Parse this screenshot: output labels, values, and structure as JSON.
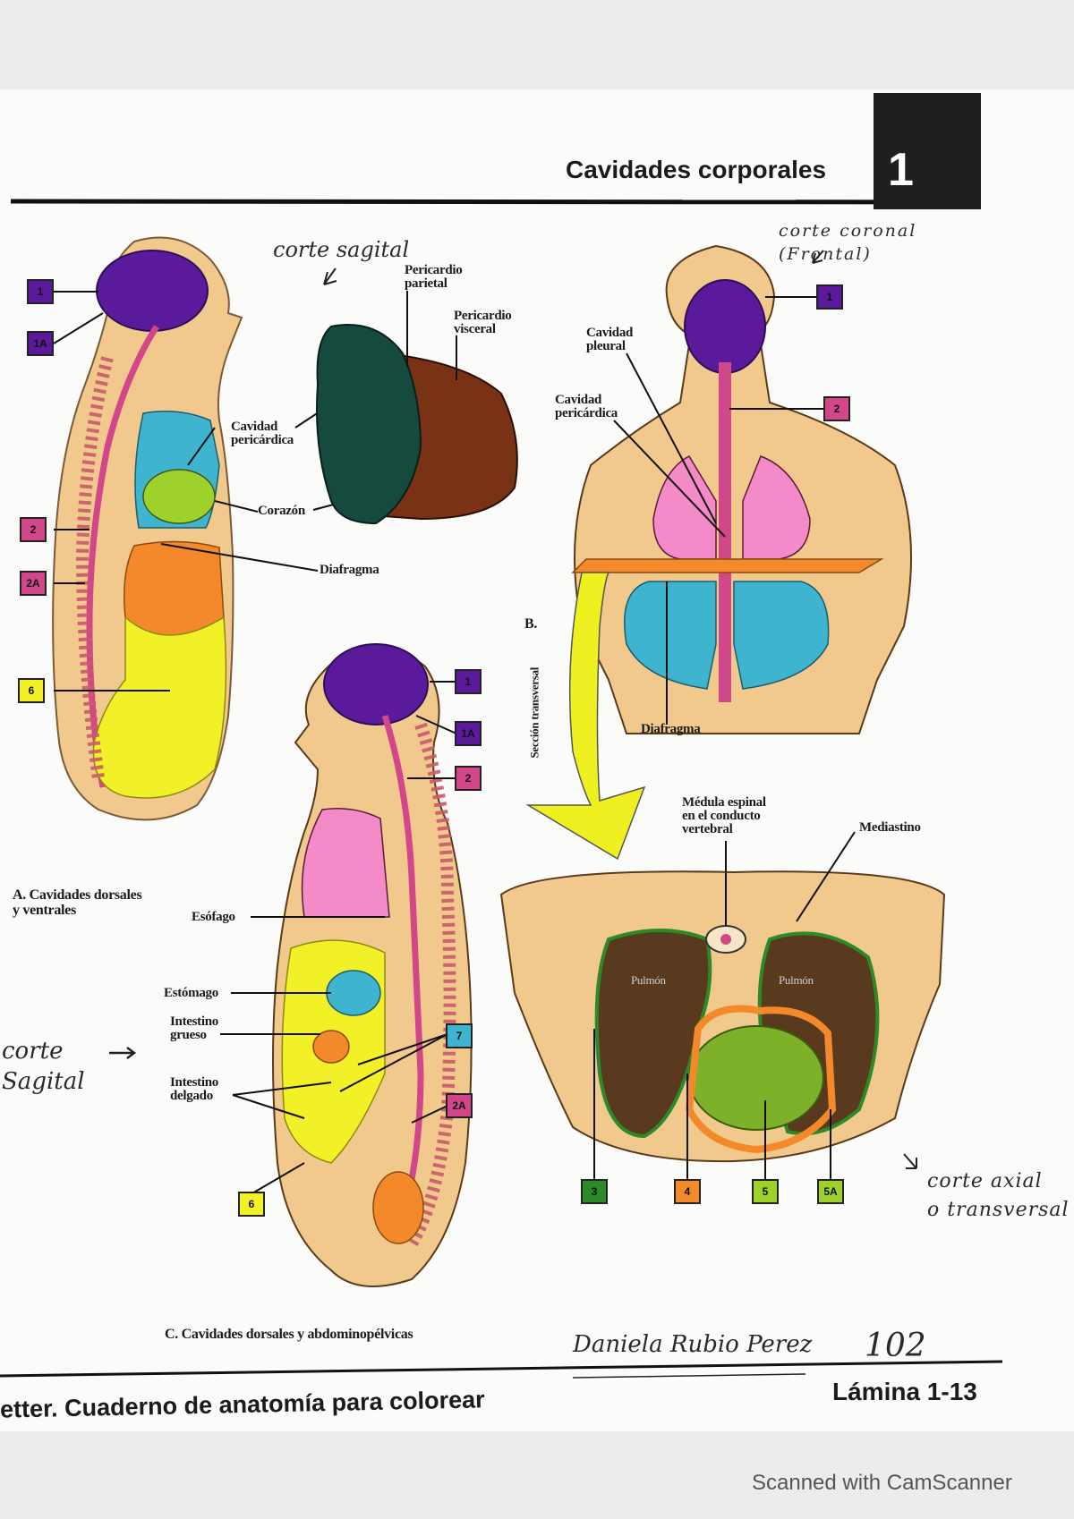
{
  "header": {
    "title": "Cavidades corporales",
    "plate_number": "1"
  },
  "annotations": {
    "corte_sagital_top": "corte sagital",
    "corte_coronal": "corte coronal\n(Frontal)",
    "corte_sagital_left": "corte\nSagital",
    "corte_axial": "corte axial\no transversal"
  },
  "panel_a": {
    "caption": "A. Cavidades dorsales\ny ventrales",
    "labels": {
      "cavidad_pericardica": "Cavidad\npericárdica",
      "corazon": "Corazón",
      "diafragma": "Diafragma",
      "pericardio_parietal": "Pericardio\nparietal",
      "pericardio_visceral": "Pericardio\nvisceral"
    },
    "boxes": [
      "1",
      "1A",
      "2",
      "2A",
      "6"
    ]
  },
  "panel_b": {
    "letter": "B.",
    "seccion_transversal": "Sección transversal",
    "labels": {
      "cavidad_pleural": "Cavidad\npleural",
      "cavidad_pericardica": "Cavidad\npericárdica",
      "diafragma": "Diafragma",
      "medula": "Médula espinal\nen el conducto\nvertebral",
      "mediastino": "Mediastino",
      "pulmon_left": "Pulmón",
      "pulmon_right": "Pulmón"
    },
    "boxes": [
      "1",
      "2",
      "3",
      "4",
      "5",
      "5A"
    ]
  },
  "panel_c": {
    "caption": "C. Cavidades dorsales y abdominopélvicas",
    "labels": {
      "esofago": "Esófago",
      "estomago": "Estómago",
      "intestino_grueso": "Intestino\ngrueso",
      "intestino_delgado": "Intestino\ndelgado"
    },
    "boxes": [
      "1",
      "1A",
      "2",
      "7",
      "2A",
      "6"
    ]
  },
  "colors": {
    "cranial": "#5b1a9c",
    "spinal": "#d2468a",
    "thoracic": "#3fb4cf",
    "heart": "#9fd12d",
    "abdominal_orange": "#f3892a",
    "pelvic_yellow": "#f2f026",
    "pleural_pink": "#f58ac8",
    "lung_brown": "#6b3a1e",
    "skin": "#f2c98c"
  },
  "footer": {
    "book": "etter. Cuaderno de anatomía para colorear",
    "plate": "Lámina 1-13",
    "signature": "Daniela Rubio Perez",
    "grade": "102",
    "scanner": "Scanned with CamScanner"
  }
}
